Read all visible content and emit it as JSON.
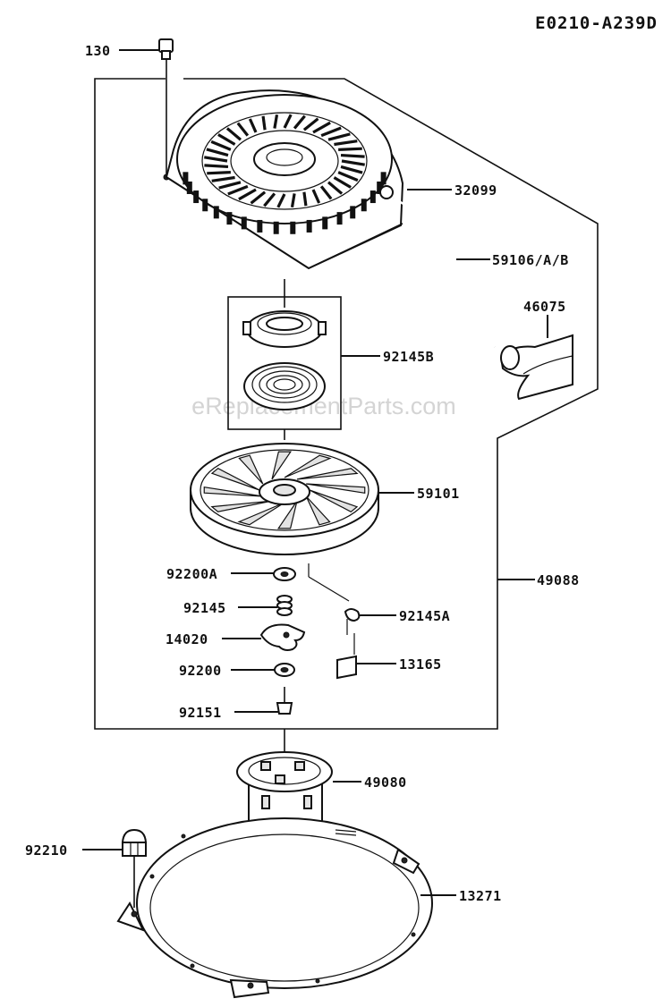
{
  "diagram_id": "E0210-A239D",
  "watermark": "eReplacementParts.com",
  "labels": {
    "p130": "130",
    "p32099": "32099",
    "p59106": "59106/A/B",
    "p46075": "46075",
    "p92145b": "92145B",
    "p59101": "59101",
    "p92200a": "92200A",
    "p49088": "49088",
    "p92145": "92145",
    "p92145a": "92145A",
    "p14020": "14020",
    "p13165": "13165",
    "p92200": "92200",
    "p92151": "92151",
    "p49080": "49080",
    "p92210": "92210",
    "p13271": "13271"
  }
}
